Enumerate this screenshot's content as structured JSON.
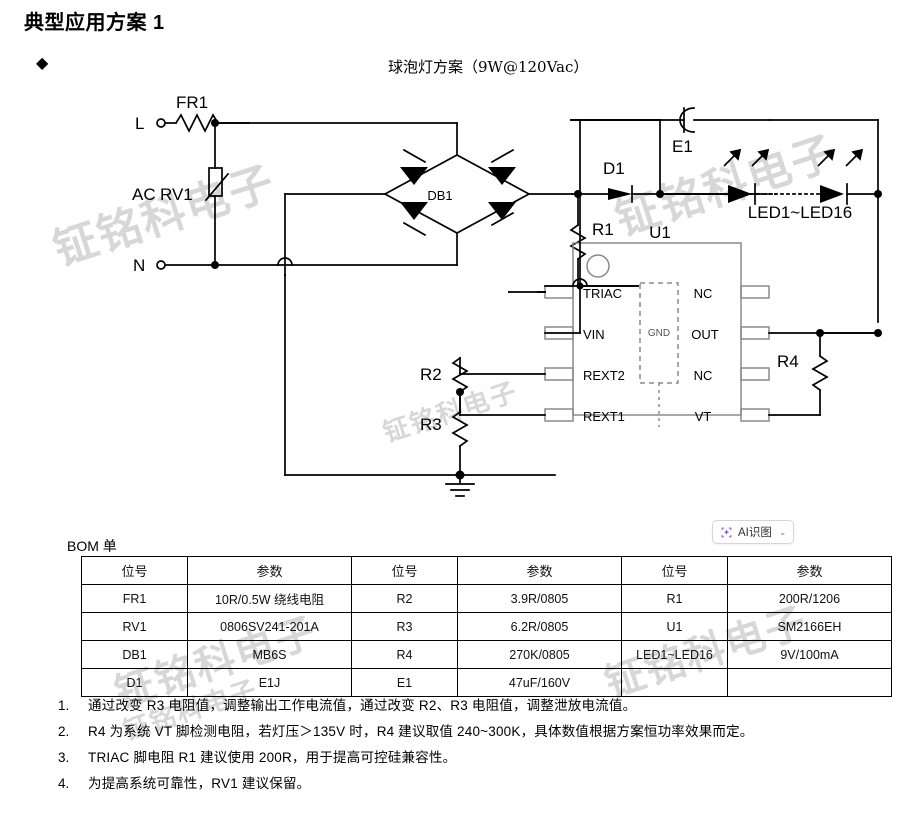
{
  "document": {
    "title": "典型应用方案 1",
    "bullet": "◆",
    "subtitle": "球泡灯方案（9W@120Vac）",
    "watermark": "钲铭科电子"
  },
  "ai_button": {
    "label": "AI识图",
    "icon": "ai-sparkle-icon",
    "chevron": "⌄",
    "accent_color": "#7B5BD6"
  },
  "schematic": {
    "labels": {
      "ac": "AC",
      "line": "L",
      "neutral": "N",
      "fr1": "FR1",
      "rv1": "RV1",
      "db1": "DB1",
      "d1": "D1",
      "r1": "R1",
      "r2": "R2",
      "r3": "R3",
      "r4": "R4",
      "e1": "E1",
      "led_string": "LED1~LED16",
      "u1": "U1"
    },
    "ic_pins_left": [
      "TRIAC",
      "VIN",
      "REXT2",
      "REXT1"
    ],
    "ic_pins_right": [
      "NC",
      "OUT",
      "NC",
      "VT"
    ],
    "ic_pad": "GND"
  },
  "bom": {
    "caption": "BOM 单",
    "headers": [
      "位号",
      "参数",
      "位号",
      "参数",
      "位号",
      "参数"
    ],
    "rows": [
      [
        "FR1",
        "10R/0.5W 绕线电阻",
        "R2",
        "3.9R/0805",
        "R1",
        "200R/1206"
      ],
      [
        "RV1",
        "0806SV241-201A",
        "R3",
        "6.2R/0805",
        "U1",
        "SM2166EH"
      ],
      [
        "DB1",
        "MB6S",
        "R4",
        "270K/0805",
        "LED1~LED16",
        "9V/100mA"
      ],
      [
        "D1",
        "E1J",
        "E1",
        "47uF/160V",
        "",
        ""
      ]
    ]
  },
  "notes": [
    {
      "num": "1.",
      "text": "通过改变 R3 电阻值，调整输出工作电流值，通过改变 R2、R3 电阻值，调整泄放电流值。"
    },
    {
      "num": "2.",
      "text": "R4 为系统 VT 脚检测电阻，若灯压＞135V 时，R4 建议取值 240~300K，具体数值根据方案恒功率效果而定。"
    },
    {
      "num": "3.",
      "text": "TRIAC 脚电阻 R1 建议使用 200R，用于提高可控硅兼容性。"
    },
    {
      "num": "4.",
      "text": "为提高系统可靠性，RV1 建议保留。"
    }
  ]
}
